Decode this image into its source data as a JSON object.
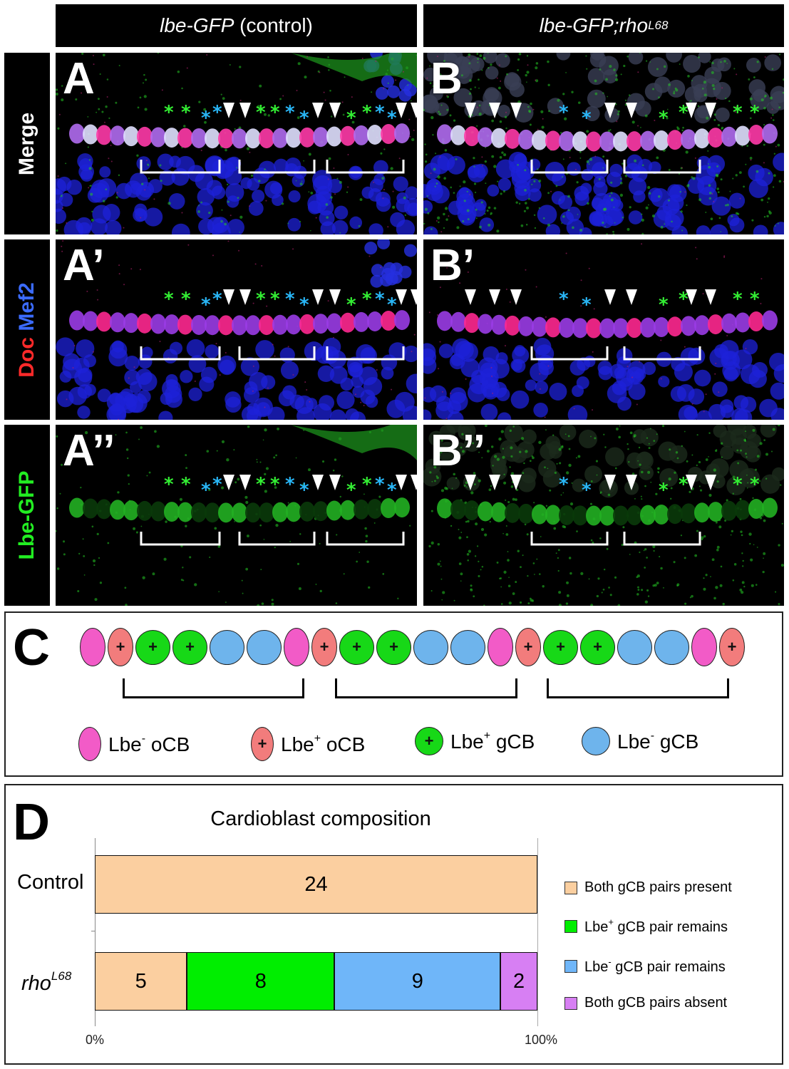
{
  "columns": {
    "left": {
      "italic": "lbe-GFP",
      "rest": " (control)"
    },
    "right": {
      "italic": "lbe-GFP;rho",
      "sup": "L68"
    }
  },
  "rows": {
    "merge": "Merge",
    "doc": "Doc",
    "mef2": "Mef2",
    "lbe": "Lbe-GFP"
  },
  "panels": {
    "A": "A",
    "A1": "A’",
    "A2": "A’’",
    "B": "B",
    "B1": "B’",
    "B2": "B’’"
  },
  "panelC": {
    "letter": "C",
    "plus": "+",
    "legend": [
      {
        "name": "Lbe",
        "sup": "-",
        "suffix": " oCB"
      },
      {
        "name": "Lbe",
        "sup": "+",
        "suffix": " oCB"
      },
      {
        "name": "Lbe",
        "sup": "+",
        "suffix": " gCB"
      },
      {
        "name": "Lbe",
        "sup": "-",
        "suffix": " gCB"
      }
    ]
  },
  "chart_data": {
    "type": "bar",
    "title": "Cardioblast composition",
    "stacked": true,
    "orientation": "horizontal",
    "categories": [
      "Control",
      "rhoL68"
    ],
    "category_labels": [
      {
        "text": "Control",
        "italic": false,
        "sup": ""
      },
      {
        "text": "rho",
        "italic": true,
        "sup": "L68"
      }
    ],
    "series": [
      {
        "name": "Both gCB pairs present",
        "values": [
          24,
          5
        ],
        "color": "#fbcfa0"
      },
      {
        "name": "Lbe+ gCB pair remains",
        "values": [
          0,
          8
        ],
        "color": "#00ee00"
      },
      {
        "name": "Lbe- gCB pair remains",
        "values": [
          0,
          9
        ],
        "color": "#6fb6f9"
      },
      {
        "name": "Both gCB pairs absent",
        "values": [
          0,
          2
        ],
        "color": "#d77ff3"
      }
    ],
    "legend_items": [
      {
        "pre": "Both gCB pairs present",
        "sup": "",
        "post": ""
      },
      {
        "pre": "Lbe",
        "sup": "+",
        "post": " gCB pair remains"
      },
      {
        "pre": "Lbe",
        "sup": "-",
        "post": " gCB pair remains"
      },
      {
        "pre": "Both gCB pairs absent",
        "sup": "",
        "post": ""
      }
    ],
    "xlim": [
      "0%",
      "100%"
    ],
    "xticks": [
      "0%",
      "100%"
    ],
    "legend_position": "right",
    "panel_letter": "D"
  }
}
